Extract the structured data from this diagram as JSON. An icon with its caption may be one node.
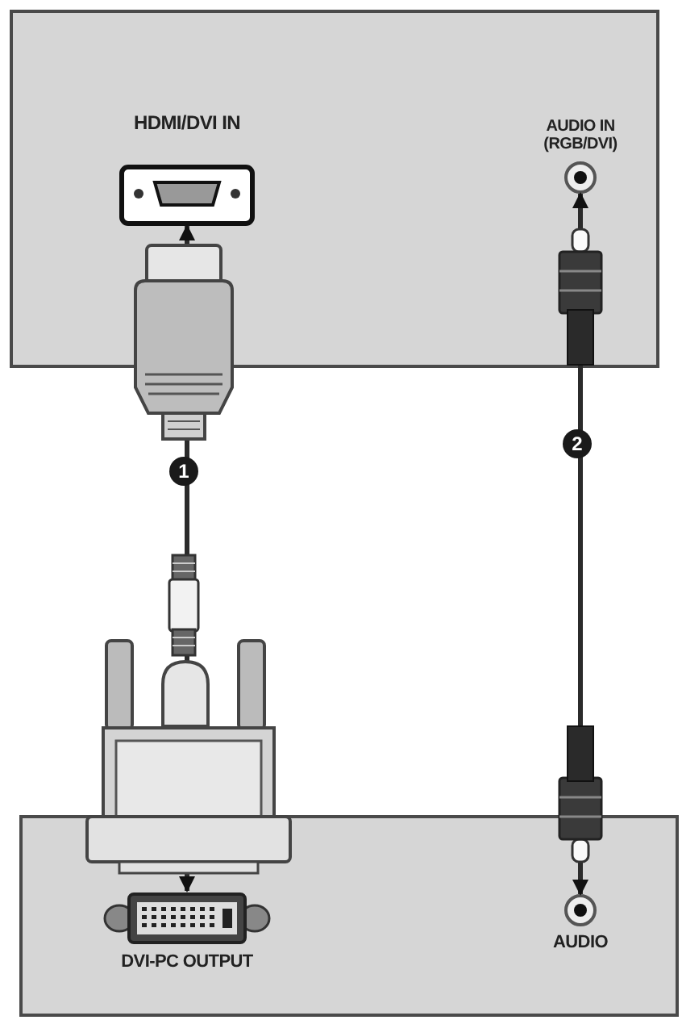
{
  "diagram": {
    "nodes": [
      {
        "text": [],
        "shape": "box"
      },
      {
        "text": [
          "HDMI/DVI IN"
        ],
        "in": 0
      },
      {
        "text": [
          "AUDIO IN (RGB/DVI)"
        ],
        "in": 0
      },
      {
        "text": [],
        "shape": "box"
      },
      {
        "text": [
          "DVI-PC OUTPUT"
        ],
        "in": 3
      },
      {
        "text": [
          "AUDIO"
        ],
        "in": 3
      }
    ],
    "edges": [
      {
        "from": 4,
        "to": 1,
        "arrow": "both",
        "label": "1"
      },
      {
        "from": 5,
        "to": 2,
        "arrow": "both",
        "label": "2"
      }
    ]
  }
}
